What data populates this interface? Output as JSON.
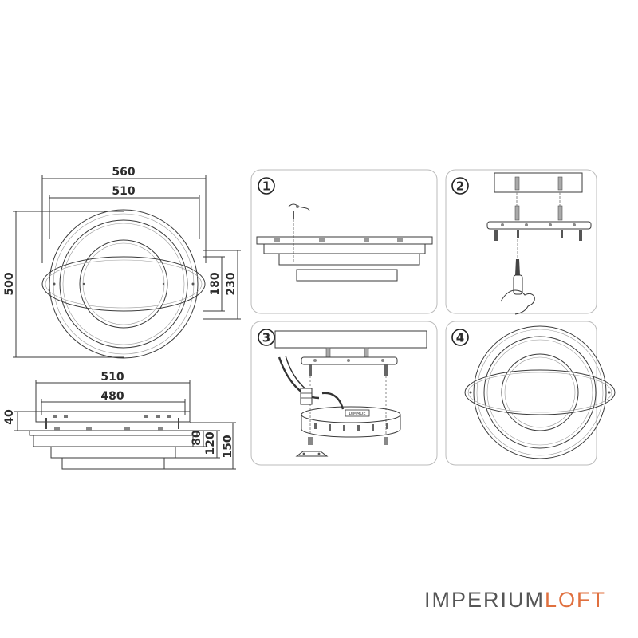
{
  "dimensions": {
    "top_view": {
      "outer_width": "560",
      "inner_width": "510",
      "height": "500",
      "ring_height_inner": "180",
      "ring_height_outer": "230"
    },
    "side_view": {
      "width_top": "510",
      "width_inner": "480",
      "height_mount": "40",
      "height_base": "80",
      "height_mid": "120",
      "height_total": "150"
    }
  },
  "steps": [
    {
      "number": "1"
    },
    {
      "number": "2"
    },
    {
      "number": "3",
      "driver_label": "DIMMOE"
    },
    {
      "number": "4"
    }
  ],
  "brand": {
    "part1": "IMPERIUM",
    "part2": "LOFT",
    "color1": "#555555",
    "color2": "#e0703f"
  }
}
